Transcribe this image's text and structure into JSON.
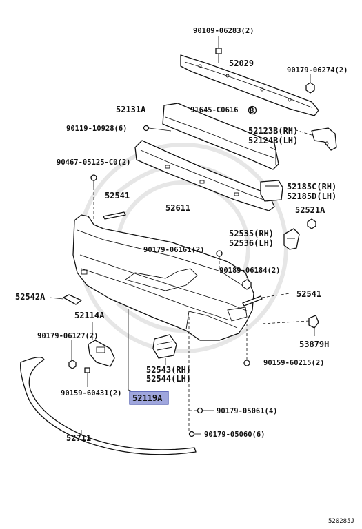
{
  "labels": {
    "p90109_06283": "90109-06283(2)",
    "p52029": "52029",
    "p90179_06274": "90179-06274(2)",
    "p52131A": "52131A",
    "p91645_C0616": "91645-C0616",
    "p90119_10928": "90119-10928(6)",
    "p52123B": "52123B(RH)",
    "p52124B": "52124B(LH)",
    "p90467_05125": "90467-05125-C0(2)",
    "p52185C": "52185C(RH)",
    "p52185D": "52185D(LH)",
    "p52541_top": "52541",
    "p52611": "52611",
    "p52521A": "52521A",
    "p52535": "52535(RH)",
    "p52536": "52536(LH)",
    "p90179_06161": "90179-06161(2)",
    "p90189_06184": "90189-06184(2)",
    "p52542A": "52542A",
    "p52541_right": "52541",
    "p52114A": "52114A",
    "p90179_06127": "90179-06127(2)",
    "p53879H": "53879H",
    "p90159_60215": "90159-60215(2)",
    "p52543": "52543(RH)",
    "p52544": "52544(LH)",
    "p90159_60431": "90159-60431(2)",
    "p52119A": "52119A",
    "p90179_05061": "90179-05061(4)",
    "p52711": "52711",
    "p90179_05060": "90179-05060(6)",
    "diagram_code": "520285J"
  },
  "marker_letter": "B",
  "highlight_color": "#9fa6dd"
}
